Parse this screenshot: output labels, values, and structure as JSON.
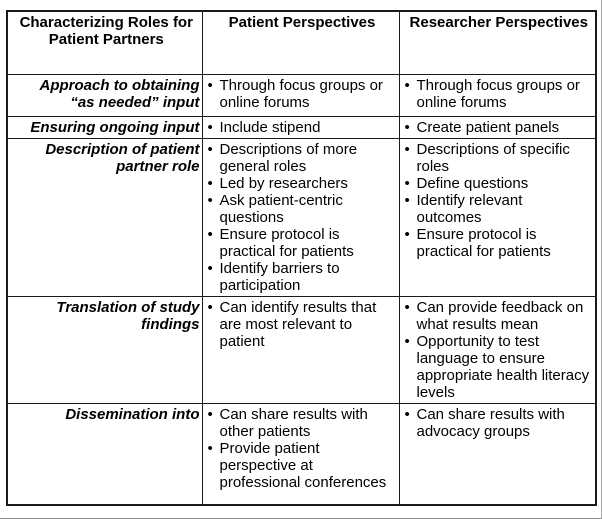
{
  "table": {
    "column_headers": [
      "Characterizing Roles for\nPatient Partners",
      "Patient Perspectives",
      "Researcher Perspectives"
    ],
    "rows": [
      {
        "label": "Approach to obtaining\n“as needed” input",
        "patient": [
          "Through focus groups or\nonline forums"
        ],
        "researcher": [
          "Through focus groups or\nonline forums"
        ]
      },
      {
        "label": "Ensuring ongoing input",
        "patient": [
          "Include stipend"
        ],
        "researcher": [
          "Create patient panels"
        ]
      },
      {
        "label": "Description of patient\npartner role",
        "patient": [
          "Descriptions of more\ngeneral roles",
          "Led by researchers",
          "Ask patient-centric\nquestions",
          "Ensure protocol is\npractical for patients",
          "Identify barriers to\nparticipation"
        ],
        "researcher": [
          "Descriptions of specific\nroles",
          "Define questions",
          "Identify relevant\noutcomes",
          "Ensure protocol is\npractical for patients"
        ]
      },
      {
        "label": "Translation of study\nfindings",
        "patient": [
          "Can identify results that\nare most relevant to\npatient"
        ],
        "researcher": [
          "Can provide feedback on\nwhat results mean",
          "Opportunity to test\nlanguage to ensure\nappropriate health literacy\nlevels"
        ]
      },
      {
        "label": "Dissemination into",
        "patient": [
          "Can share results with\nother patients",
          "Provide patient\nperspective at\nprofessional conferences"
        ],
        "researcher": [
          "Can share results with\nadvocacy groups"
        ]
      }
    ]
  }
}
